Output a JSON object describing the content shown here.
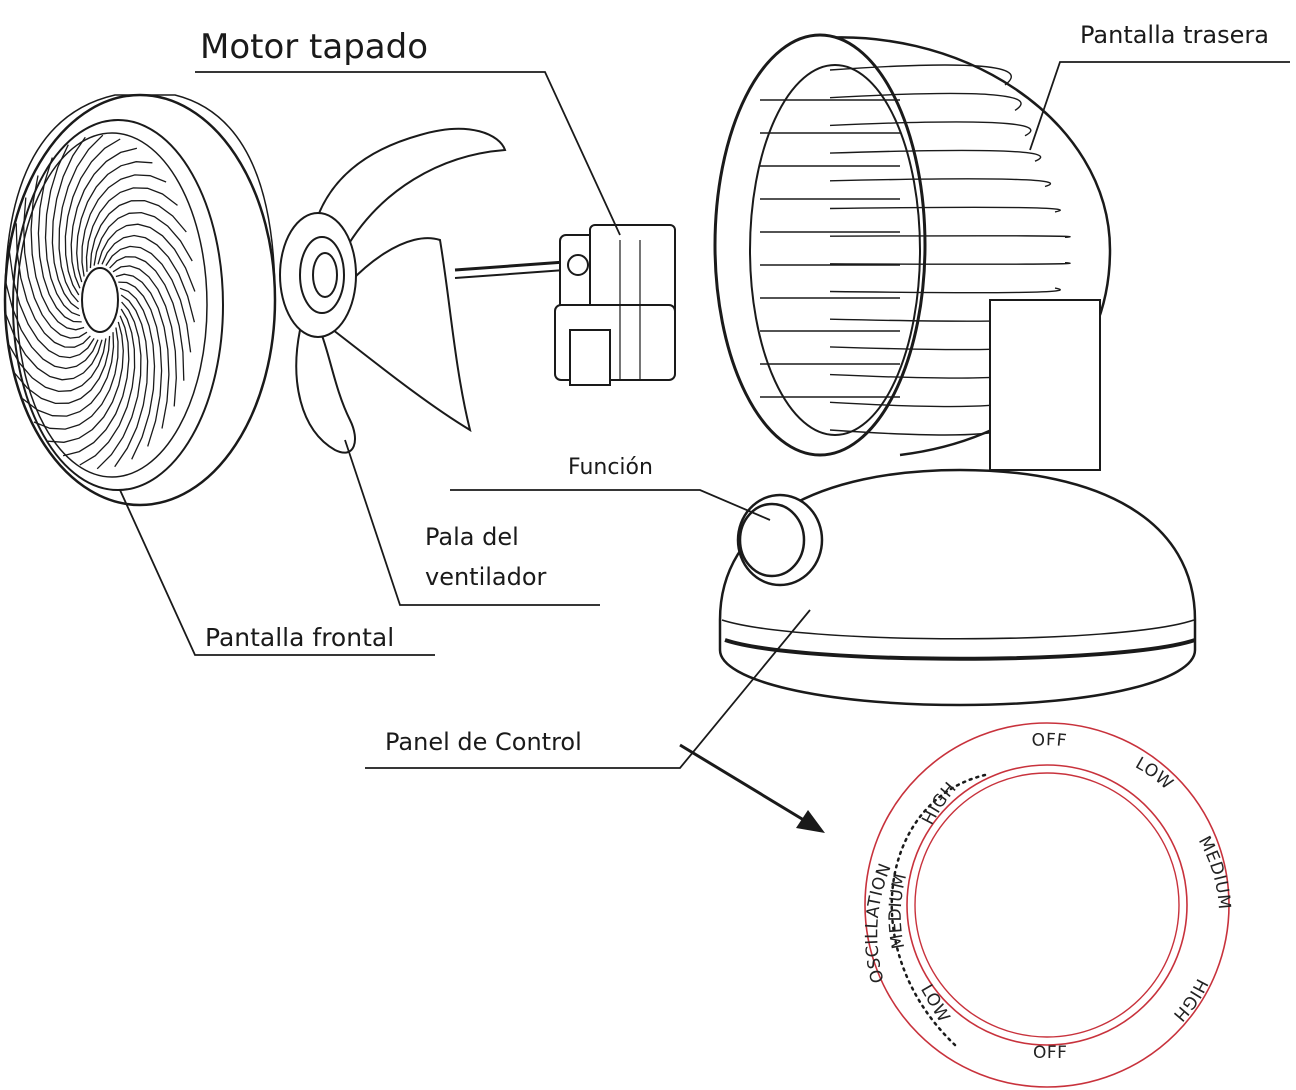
{
  "labels": {
    "motor": "Motor tapado",
    "rear_screen": "Pantalla trasera",
    "function": "Función",
    "blade_line1": "Pala del",
    "blade_line2": "ventilador",
    "front_screen": "Pantalla frontal",
    "control_panel": "Panel de Control"
  },
  "dial": {
    "top_off": "OFF",
    "bottom_off": "OFF",
    "right_low": "LOW",
    "right_medium": "MEDIUM",
    "right_high": "HIGH",
    "left_high": "HIGH",
    "left_medium": "MEDIUM",
    "left_low": "LOW",
    "oscillation": "OSCILLATION"
  },
  "colors": {
    "line": "#1a1a1a",
    "dial_ring": "#c8323c"
  }
}
